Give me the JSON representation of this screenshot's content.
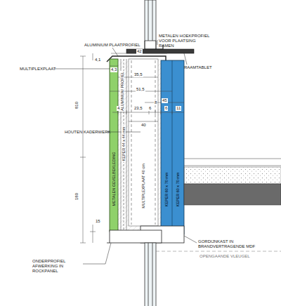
{
  "diagram": {
    "labels": [
      "METALEN HOEKPROFIEL VOOR PLAATSING RAMEN",
      "ALUMINIUM PLAATPROFIEL",
      "42",
      "4,1",
      "RAAMTABLET",
      "MULTIPLEXPLAAT",
      "4,3",
      "35,5",
      "51,5",
      "45",
      "4,5",
      "23,5",
      "6",
      "8",
      "6",
      "11",
      "40",
      "810",
      "HOUTEN KADERWERK",
      "180",
      "METALEN GEVELBEKLEDING",
      "ALUMINIUM PROFIEL",
      "KEPER 44 x 44 mm",
      "MULTIPLEXPLAAT 40 cm",
      "KEPER 60 x 70 mm",
      "KEPER 60 x 70 mm",
      "15",
      "GORDIJNKAST IN BRANDVERTRAGENDE MDF",
      "OPENGAANDE VLEUGEL",
      "ONDERPROFIEL AFWERKING IN ROCKPANEL"
    ]
  }
}
